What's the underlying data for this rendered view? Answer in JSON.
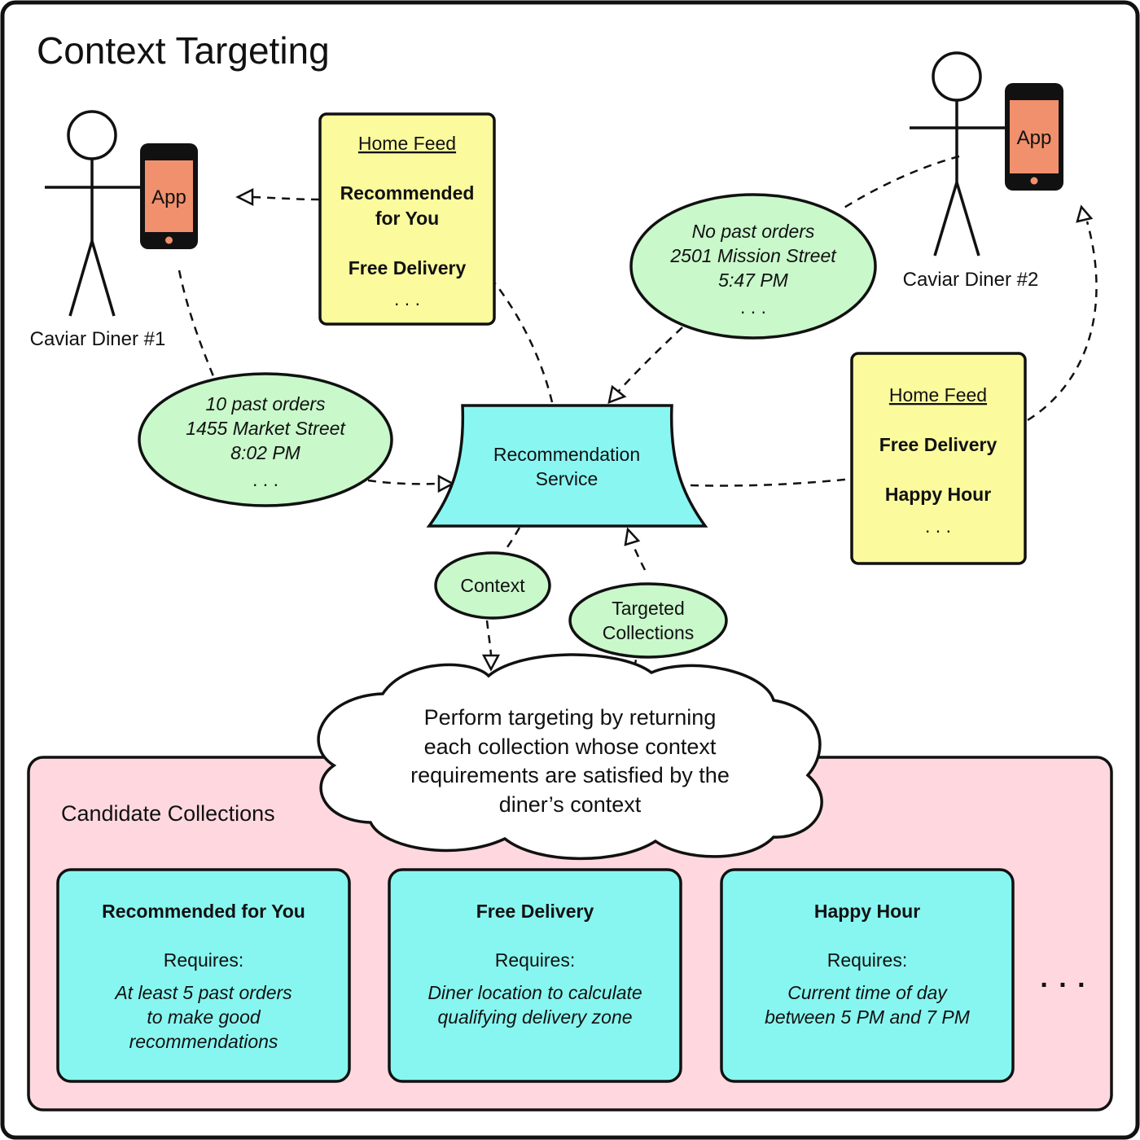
{
  "title": "Context Targeting",
  "colors": {
    "frame": "#111111",
    "note_yellow": "#fbfb9e",
    "context_green": "#c9f8cb",
    "service_cyan": "#8af6f2",
    "phone_body": "#111111",
    "phone_screen": "#f0906c",
    "candidate_panel": "#ffd8df",
    "card_cyan": "#88f6f0"
  },
  "diners": [
    {
      "label": "Caviar Diner #1",
      "app": "App"
    },
    {
      "label": "Caviar Diner #2",
      "app": "App"
    }
  ],
  "feeds": [
    {
      "heading": "Home Feed",
      "items": [
        "Recommended",
        "for You",
        "Free Delivery"
      ],
      "more": ". . ."
    },
    {
      "heading": "Home Feed",
      "items": [
        "Free Delivery",
        "Happy Hour"
      ],
      "more": ". . ."
    }
  ],
  "contexts": [
    {
      "lines": [
        "10 past orders",
        "1455 Market Street",
        "8:02 PM",
        ". . ."
      ]
    },
    {
      "lines": [
        "No past orders",
        "2501 Mission Street",
        "5:47 PM",
        ". . ."
      ]
    }
  ],
  "service": {
    "lines": [
      "Recommendation",
      "Service"
    ]
  },
  "flows": {
    "context": "Context",
    "targeted": [
      "Targeted",
      "Collections"
    ]
  },
  "cloud": {
    "lines": [
      "Perform targeting by returning",
      "each collection whose context",
      "requirements are satisfied by the",
      "diner’s context"
    ]
  },
  "candidates": {
    "title": "Candidate Collections",
    "more": ". . .",
    "cards": [
      {
        "title": "Recommended for You",
        "requires": "Requires:",
        "detail": [
          "At least 5 past orders",
          "to make good",
          "recommendations"
        ]
      },
      {
        "title": "Free Delivery",
        "requires": "Requires:",
        "detail": [
          "Diner location to calculate",
          "qualifying delivery zone"
        ]
      },
      {
        "title": "Happy Hour",
        "requires": "Requires:",
        "detail": [
          "Current time of day",
          "between 5 PM and 7 PM"
        ]
      }
    ]
  }
}
